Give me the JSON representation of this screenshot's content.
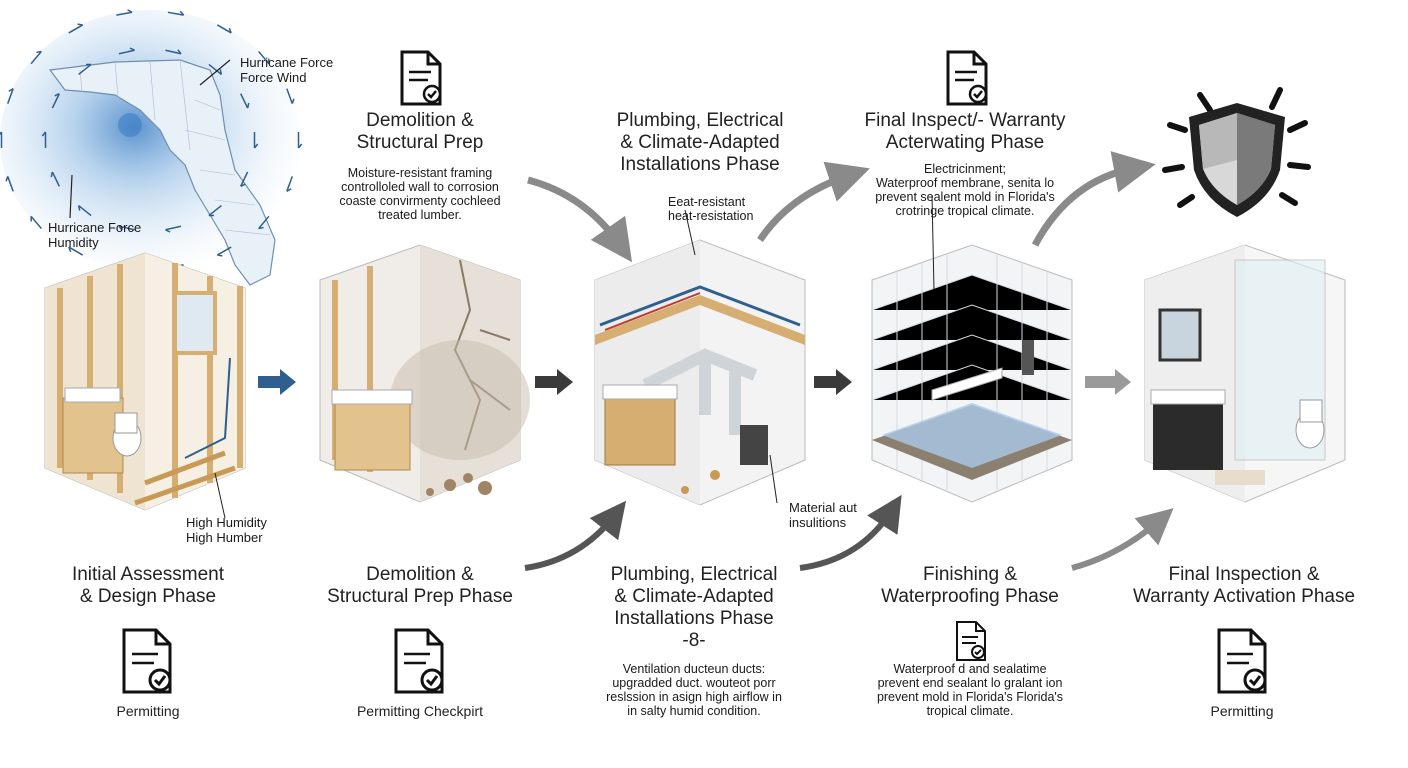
{
  "map": {
    "wind_label": [
      "Hurricane Force",
      "Force Wind"
    ],
    "humidity_label": [
      "Hurricane Force",
      "Humidity"
    ]
  },
  "room1": {
    "callout": [
      "High Humidity",
      "High Humber"
    ]
  },
  "top": {
    "demolition": {
      "title": [
        "Demolition &",
        "Structural Prep"
      ],
      "desc": [
        "Moisture-resistant framing",
        "controlloled wall to corrosion",
        "coaste convirmenty cochleed",
        "treated lumber."
      ]
    },
    "plumbing": {
      "title": [
        "Plumbing, Electrical",
        "& Climate-Adapted",
        "Installations Phase"
      ],
      "callout": [
        "Eeat-resistant",
        "heat-resistation"
      ]
    },
    "final": {
      "title": [
        "Final Inspect/- Warranty",
        "Acterwating Phase"
      ],
      "desc": [
        "Electricinment;",
        "Waterproof membrane, senita lo",
        "prevent sealent mold in Florida's",
        "crotringe tropical climate."
      ]
    }
  },
  "room3": {
    "callout": [
      "Material aut",
      "insulitions"
    ]
  },
  "phases": [
    {
      "title": [
        "Initial Assessment",
        "& Design Phase"
      ],
      "permit": "Permitting"
    },
    {
      "title": [
        "Demolition &",
        "Structural Prep Phase"
      ],
      "permit": "Permitting Checkpirt"
    },
    {
      "title": [
        "Plumbing, Electrical",
        "& Climate-Adapted",
        "Installations Phase"
      ],
      "marker": "-8-",
      "desc": [
        "Ventilation ducteun ducts:",
        "upgradded duct. wouteot porr",
        "reslssion in asign high airflow in",
        "in salty humid condition."
      ]
    },
    {
      "title": [
        "Finishing &",
        "Waterproofing Phase"
      ],
      "desc": [
        "Waterproof d and sealatime",
        "prevent end sealant lo gralant ion",
        "prevent mold in Florida's Florida's",
        "tropical climate."
      ]
    },
    {
      "title": [
        "Final Inspection &",
        "Warranty Activation Phase"
      ],
      "permit": "Permitting"
    }
  ],
  "colors": {
    "arrow_blue": "#2f5f8f",
    "arrow_dark": "#3a3a3a",
    "arrow_grey": "#8a8a8a",
    "map_blue": "#3d7fc4",
    "wood": "#d6ae72"
  },
  "icons": [
    "florida-map",
    "document-check-icon",
    "shield-icon",
    "arrow-icon"
  ]
}
